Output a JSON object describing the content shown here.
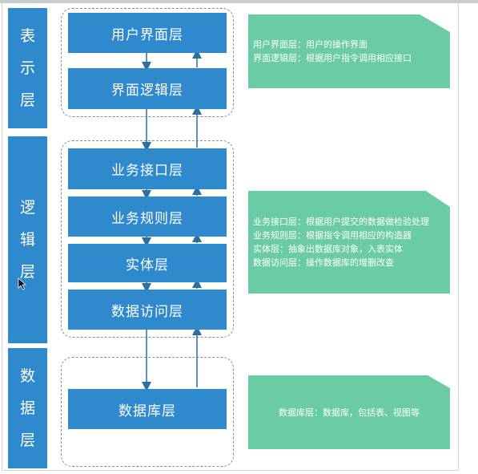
{
  "tiers": [
    {
      "label": "表示层"
    },
    {
      "label": "逻辑层"
    },
    {
      "label": "数据层"
    }
  ],
  "layers": {
    "ui": "用户界面层",
    "ui_logic": "界面逻辑层",
    "biz_interface": "业务接口层",
    "biz_rules": "业务规则层",
    "entity": "实体层",
    "data_access": "数据访问层",
    "database": "数据库层"
  },
  "notes": {
    "presentation": [
      "用户界面层：用户的操作界面",
      "界面逻辑层：根据用户指令调用相应接口"
    ],
    "logic": [
      "业务接口层：根据用户提交的数据做检验处理",
      "业务规则层：根据指令调用相应的构造器",
      "实体层：抽象出数据库对象，入表实体",
      "数据访问层：操作数据库的增删改查"
    ],
    "data": [
      "数据库层：数据库，包括表、视图等"
    ]
  },
  "colors": {
    "layer_blue": "#2e89cd",
    "note_green": "#6acba5",
    "arrow": "#2b6fa3"
  }
}
